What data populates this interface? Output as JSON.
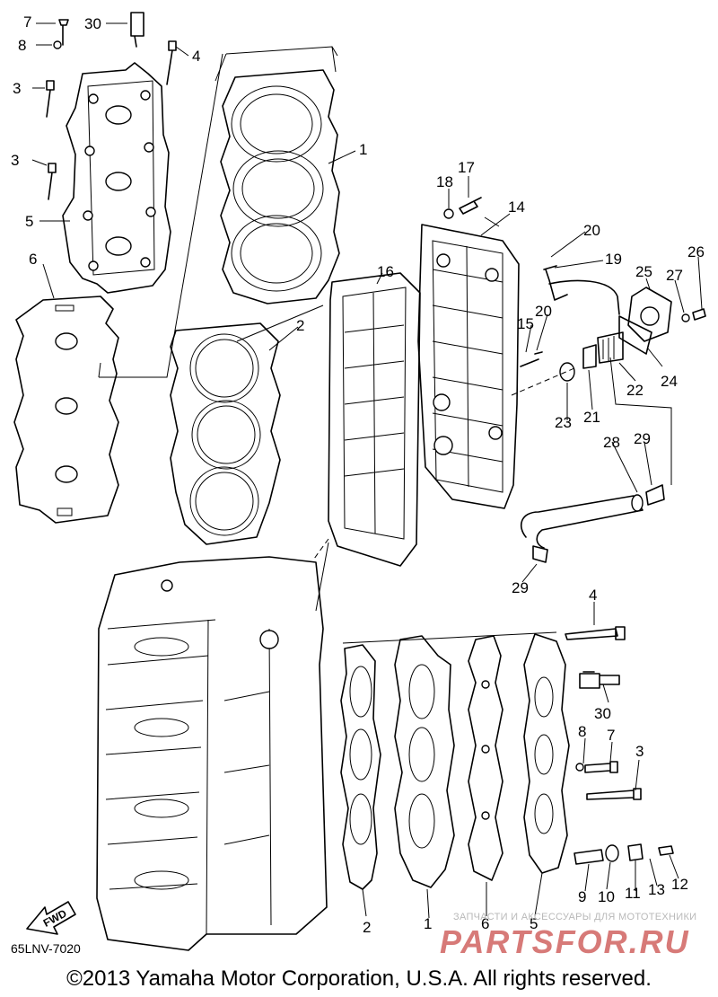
{
  "diagram": {
    "part_code": "65LNV-7020",
    "copyright": "©2013 Yamaha Motor Corporation, U.S.A. All rights reserved.",
    "fwd_label": "FWD",
    "watermark": {
      "subtitle": "ЗАПЧАСТИ И АКСЕССУАРЫ ДЛЯ МОТОТЕХНИКИ",
      "logo": "PARTSFOR.RU"
    },
    "callouts": {
      "c7_top": "7",
      "c30_top": "30",
      "c8_top": "8",
      "c4_top": "4",
      "c3_a": "3",
      "c3_b": "3",
      "c5_top": "5",
      "c6_top": "6",
      "c1_top": "1",
      "c2_top": "2",
      "c16": "16",
      "c17": "17",
      "c18": "18",
      "c14": "14",
      "c20_a": "20",
      "c19": "19",
      "c25": "25",
      "c27": "27",
      "c26": "26",
      "c15": "15",
      "c20_b": "20",
      "c22": "22",
      "c24": "24",
      "c23": "23",
      "c21": "21",
      "c28": "28",
      "c29_a": "29",
      "c29_b": "29",
      "c4_bot": "4",
      "c30_bot": "30",
      "c8_bot": "8",
      "c7_bot": "7",
      "c3_bot": "3",
      "c9": "9",
      "c10": "10",
      "c11": "11",
      "c13": "13",
      "c12": "12",
      "c2_bot": "2",
      "c1_bot": "1",
      "c6_bot": "6",
      "c5_bot": "5"
    }
  }
}
